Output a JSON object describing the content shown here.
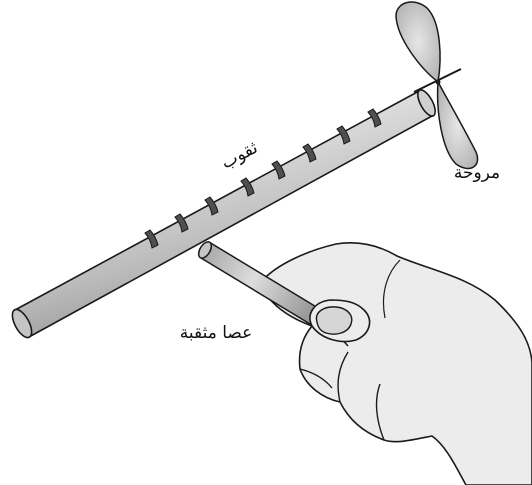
{
  "labels": {
    "holes": "ثقوب",
    "propeller": "مروحة",
    "notched_stick": "عصا مثقبة"
  },
  "colors": {
    "outline": "#1a1a1a",
    "tube_fill": "#bdbdbd",
    "propeller_fill": "#d2d2d2",
    "hand_fill": "#ededed"
  }
}
